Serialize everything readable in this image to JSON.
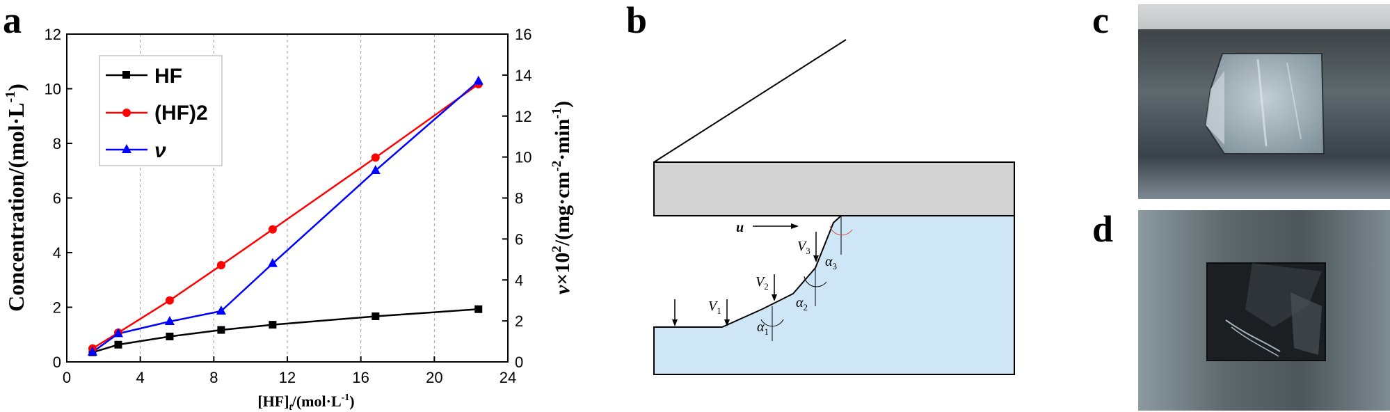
{
  "panels": {
    "a": "a",
    "b": "b",
    "c": "c",
    "d": "d"
  },
  "chart_data": {
    "type": "line",
    "xlabel": "[HF]t/(mol·L-1)",
    "ylabel_left": "Concentration/(mol·L-1)",
    "ylabel_right": "ν×10²/(mg·cm⁻²·min⁻¹)",
    "xlim": [
      0,
      24
    ],
    "ylim_left": [
      0,
      12
    ],
    "ylim_right": [
      0,
      16
    ],
    "x_ticks": [
      "0",
      "4",
      "8",
      "12",
      "16",
      "20",
      "24"
    ],
    "y_ticks_left": [
      "0",
      "2",
      "4",
      "6",
      "8",
      "10",
      "12"
    ],
    "y_ticks_right": [
      "0",
      "2",
      "4",
      "6",
      "8",
      "10",
      "12",
      "14",
      "16"
    ],
    "grid": "vertical dashed",
    "legend_position": "top-left",
    "series": [
      {
        "name": "HF",
        "color": "#000000",
        "marker": "square",
        "axis": "left",
        "x": [
          1.4,
          2.8,
          5.6,
          8.4,
          11.2,
          16.8,
          22.4
        ],
        "y": [
          0.35,
          0.63,
          0.93,
          1.17,
          1.36,
          1.67,
          1.93
        ]
      },
      {
        "name": "(HF)2",
        "color": "#ff0000",
        "marker": "circle",
        "axis": "left",
        "x": [
          1.4,
          2.8,
          5.6,
          8.4,
          11.2,
          16.8,
          22.4
        ],
        "y": [
          0.49,
          1.07,
          2.25,
          3.54,
          4.85,
          7.48,
          10.17
        ]
      },
      {
        "name": "ν",
        "color": "#0000ff",
        "marker": "triangle",
        "axis": "right",
        "x": [
          1.4,
          2.8,
          5.6,
          8.4,
          11.2,
          16.8,
          22.4
        ],
        "y": [
          0.48,
          1.38,
          1.97,
          2.48,
          4.8,
          9.34,
          13.7
        ]
      }
    ]
  },
  "diagram": {
    "u": "u",
    "V1": "V1",
    "V2": "V2",
    "V3": "V3",
    "alpha1": "α1",
    "alpha2": "α2",
    "alpha3": "α3"
  }
}
